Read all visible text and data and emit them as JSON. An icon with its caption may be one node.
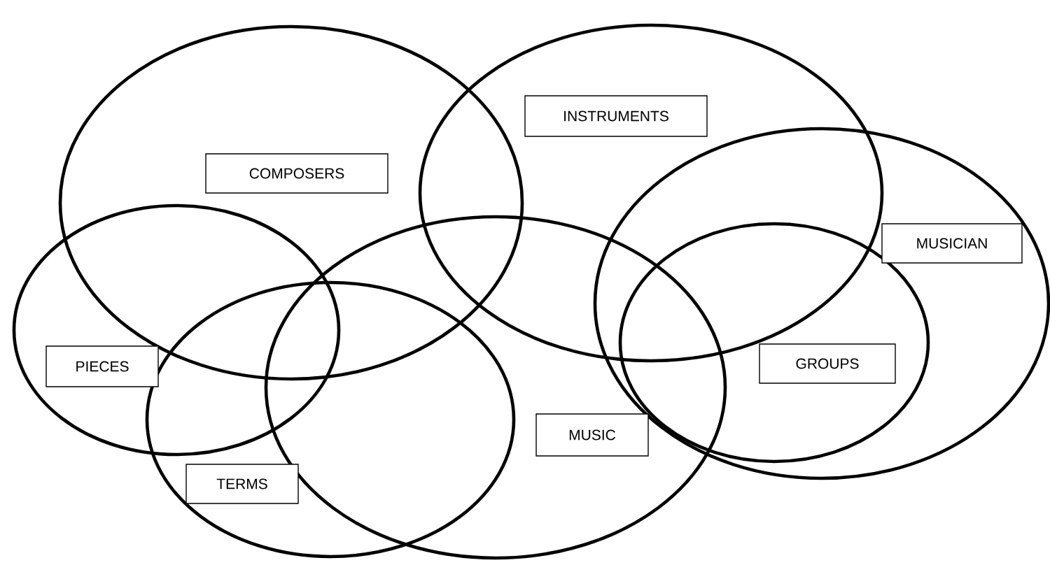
{
  "diagram": {
    "nodes": [
      {
        "text": [
          "COMPOSERS"
        ]
      },
      {
        "text": [
          "INSTRUMENTS"
        ]
      },
      {
        "text": [
          "MUSICIAN"
        ]
      },
      {
        "text": [
          "PIECES"
        ]
      },
      {
        "text": [
          "GROUPS"
        ],
        "in": 2
      },
      {
        "text": [
          "MUSIC"
        ]
      },
      {
        "text": [
          "TERMS"
        ]
      }
    ]
  }
}
